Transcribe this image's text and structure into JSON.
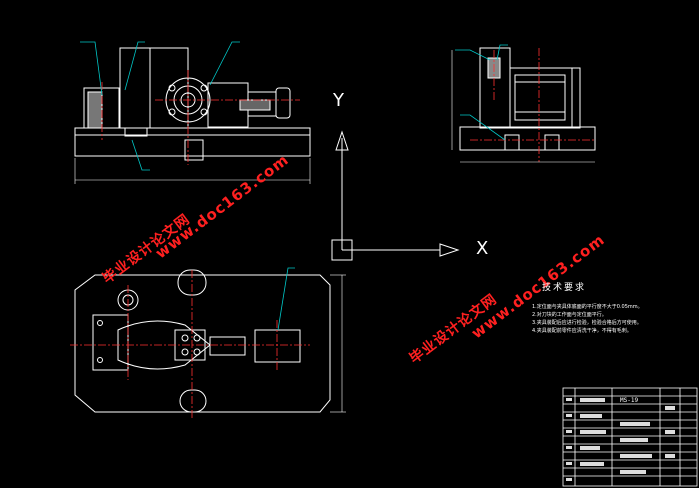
{
  "watermark": {
    "site_cn": "毕业设计论文网",
    "site_url": "www.doc163.com"
  },
  "axes": {
    "x_label": "X",
    "y_label": "Y"
  },
  "tech_notes": {
    "title": "技术要求",
    "items": [
      "1.定位面与夹具体底面的平行度不大于0.05mm。",
      "2.对刀块的工作面与定位面平行。",
      "3.夹具装配后应进行检验，检验合格后方可使用。",
      "4.夹具装配前零件应清洗干净，不得有毛刺。"
    ]
  },
  "title_block": {
    "drawing_code": "MS-19"
  },
  "colors": {
    "outline": "#ffffff",
    "center": "#ff3030",
    "leader": "#00c8c8",
    "dim": "#ffffff",
    "watermark": "#ff2020",
    "magenta": "#ff40ff"
  }
}
